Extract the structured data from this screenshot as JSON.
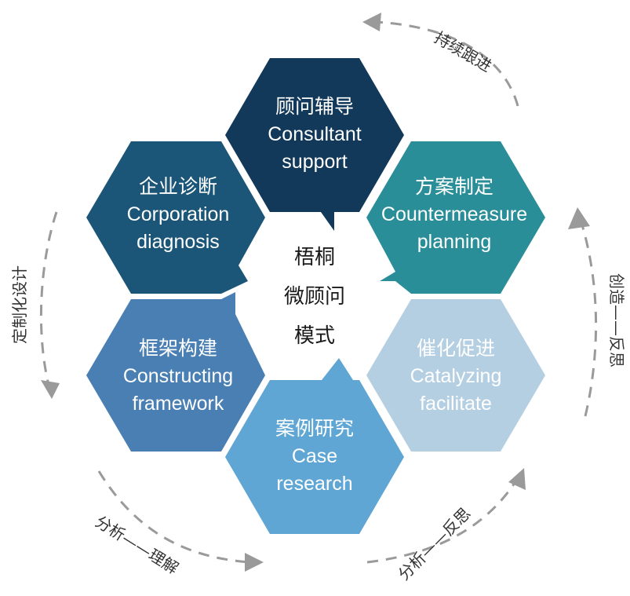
{
  "center": {
    "lines": [
      "梧桐",
      "微顾问",
      "模式"
    ]
  },
  "hexagons": [
    {
      "id": "consultant",
      "zh": "顾问辅导",
      "en_lines": [
        "Consultant",
        "support"
      ],
      "color": "#12395a"
    },
    {
      "id": "countermeasure",
      "zh": "方案制定",
      "en_lines": [
        "Countermeasure",
        "planning"
      ],
      "color": "#2a8e99"
    },
    {
      "id": "catalyzing",
      "zh": "催化促进",
      "en_lines": [
        "Catalyzing",
        "facilitate"
      ],
      "color": "#b5cfe2"
    },
    {
      "id": "case",
      "zh": "案例研究",
      "en_lines": [
        "Case",
        "research"
      ],
      "color": "#5fa6d4"
    },
    {
      "id": "framework",
      "zh": "框架构建",
      "en_lines": [
        "Constructing",
        "framework"
      ],
      "color": "#4a7fb3"
    },
    {
      "id": "corporation",
      "zh": "企业诊断",
      "en_lines": [
        "Corporation",
        "diagnosis"
      ],
      "color": "#1b5577"
    }
  ],
  "cycle_labels": {
    "top_right": "持续跟进",
    "left": "定制化设计",
    "right": "创造——反思",
    "bottom_left": "分析——理解",
    "bottom_right": "分析——反思"
  },
  "colors": {
    "arrow": "#9a9a9a"
  }
}
